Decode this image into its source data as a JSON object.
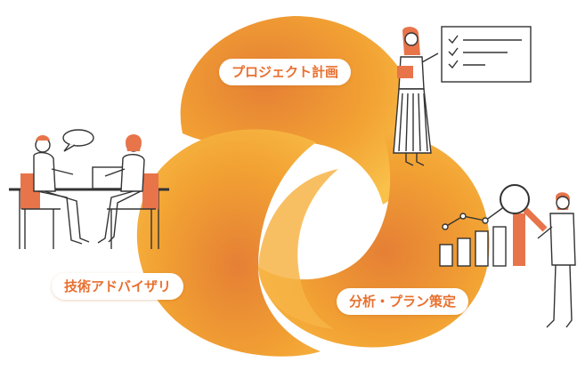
{
  "colors": {
    "accent": "#E8702F",
    "petal_light": "#F9C04A",
    "petal_mid": "#F2A233",
    "petal_dark": "#E57F35",
    "figure_orange": "#E8744A",
    "line": "#333333"
  },
  "labels": {
    "project_planning": "プロジェクト計画",
    "technical_advisory": "技術アドバイザリ",
    "analysis_planning": "分析・プラン策定"
  },
  "illustrations": [
    {
      "name": "meeting-scene-icon"
    },
    {
      "name": "presenter-whiteboard-icon"
    },
    {
      "name": "data-analyst-magnifier-icon"
    }
  ]
}
